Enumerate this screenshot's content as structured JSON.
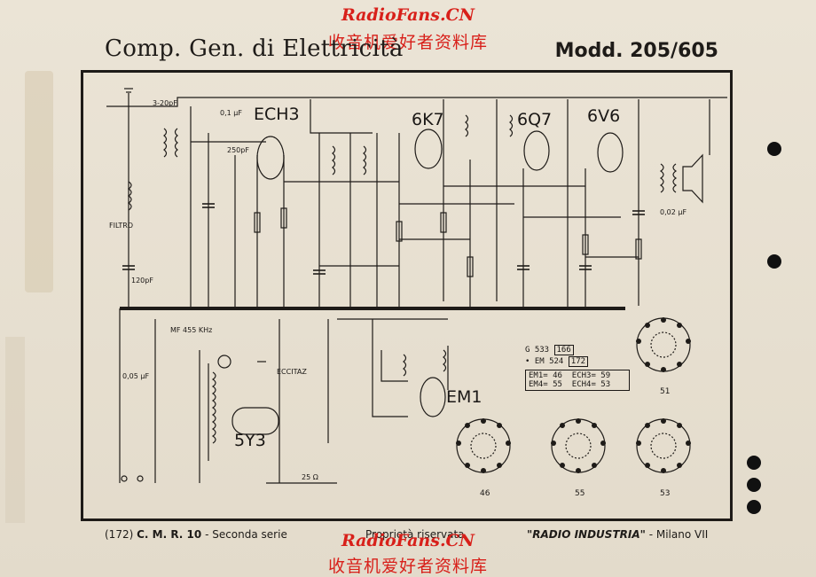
{
  "watermark": {
    "top_en": "RadioFans.CN",
    "top_cn": "收音机爱好者资料库",
    "bottom_en": "RadioFans.CN",
    "bottom_cn": "收音机爱好者资料库"
  },
  "header": {
    "manufacturer": "Comp. Gen. di Elettricità",
    "model": "Modd. 205/605"
  },
  "tubes": {
    "ech3": "ECH3",
    "t6k7": "6K7",
    "t6q7": "6Q7",
    "t6v6": "6V6",
    "em1": "EM1",
    "t5y3": "5Y3"
  },
  "labels": {
    "filtro": "FILTRO",
    "mf": "MF 455 KHz",
    "ecc_ital": "ECCITAZ",
    "c1": "3-20pF",
    "c2": "0,1 µF",
    "c3": "250pF",
    "c4": "120pF",
    "c5": "0,05 µF",
    "c6": "0,02 µF",
    "r1": "25 Ω"
  },
  "code_table": {
    "rows": [
      {
        "tube": "G 533",
        "code": "166"
      },
      {
        "tube": "EM 524",
        "code": "172"
      }
    ],
    "pinouts": [
      {
        "left": "EM1= 46",
        "right": "ECH3= 59"
      },
      {
        "left": "EM4= 55",
        "right": "ECH4= 53"
      }
    ]
  },
  "socket_numbers": [
    "51",
    "46",
    "55",
    "53"
  ],
  "footer": {
    "left_num": "(172)",
    "left_bold": "C. M. R. 10",
    "left_rest": "- Seconda serie",
    "middle": "Proprietà riservata",
    "right_bold": "\"RADIO INDUSTRIA\"",
    "right_rest": "- Milano VII"
  }
}
